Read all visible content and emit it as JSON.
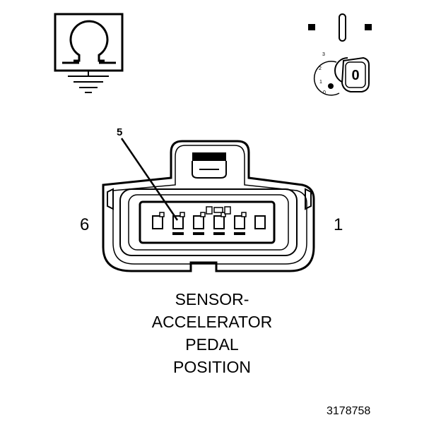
{
  "figure_id": "3178758",
  "component": {
    "label_lines": [
      "SENSOR-",
      "ACCELERATOR",
      "PEDAL",
      "POSITION"
    ]
  },
  "connector": {
    "left_pin_label": "6",
    "right_pin_label": "1",
    "callout_pin": "5",
    "pin_count": 6
  },
  "ignition_key": {
    "positions": [
      "3",
      "2",
      "1",
      "0"
    ],
    "key_label": "0"
  },
  "icons": {
    "meter": "ohmmeter-ground-icon",
    "key": "ignition-key-off-icon",
    "connector": "connector-face-icon"
  }
}
